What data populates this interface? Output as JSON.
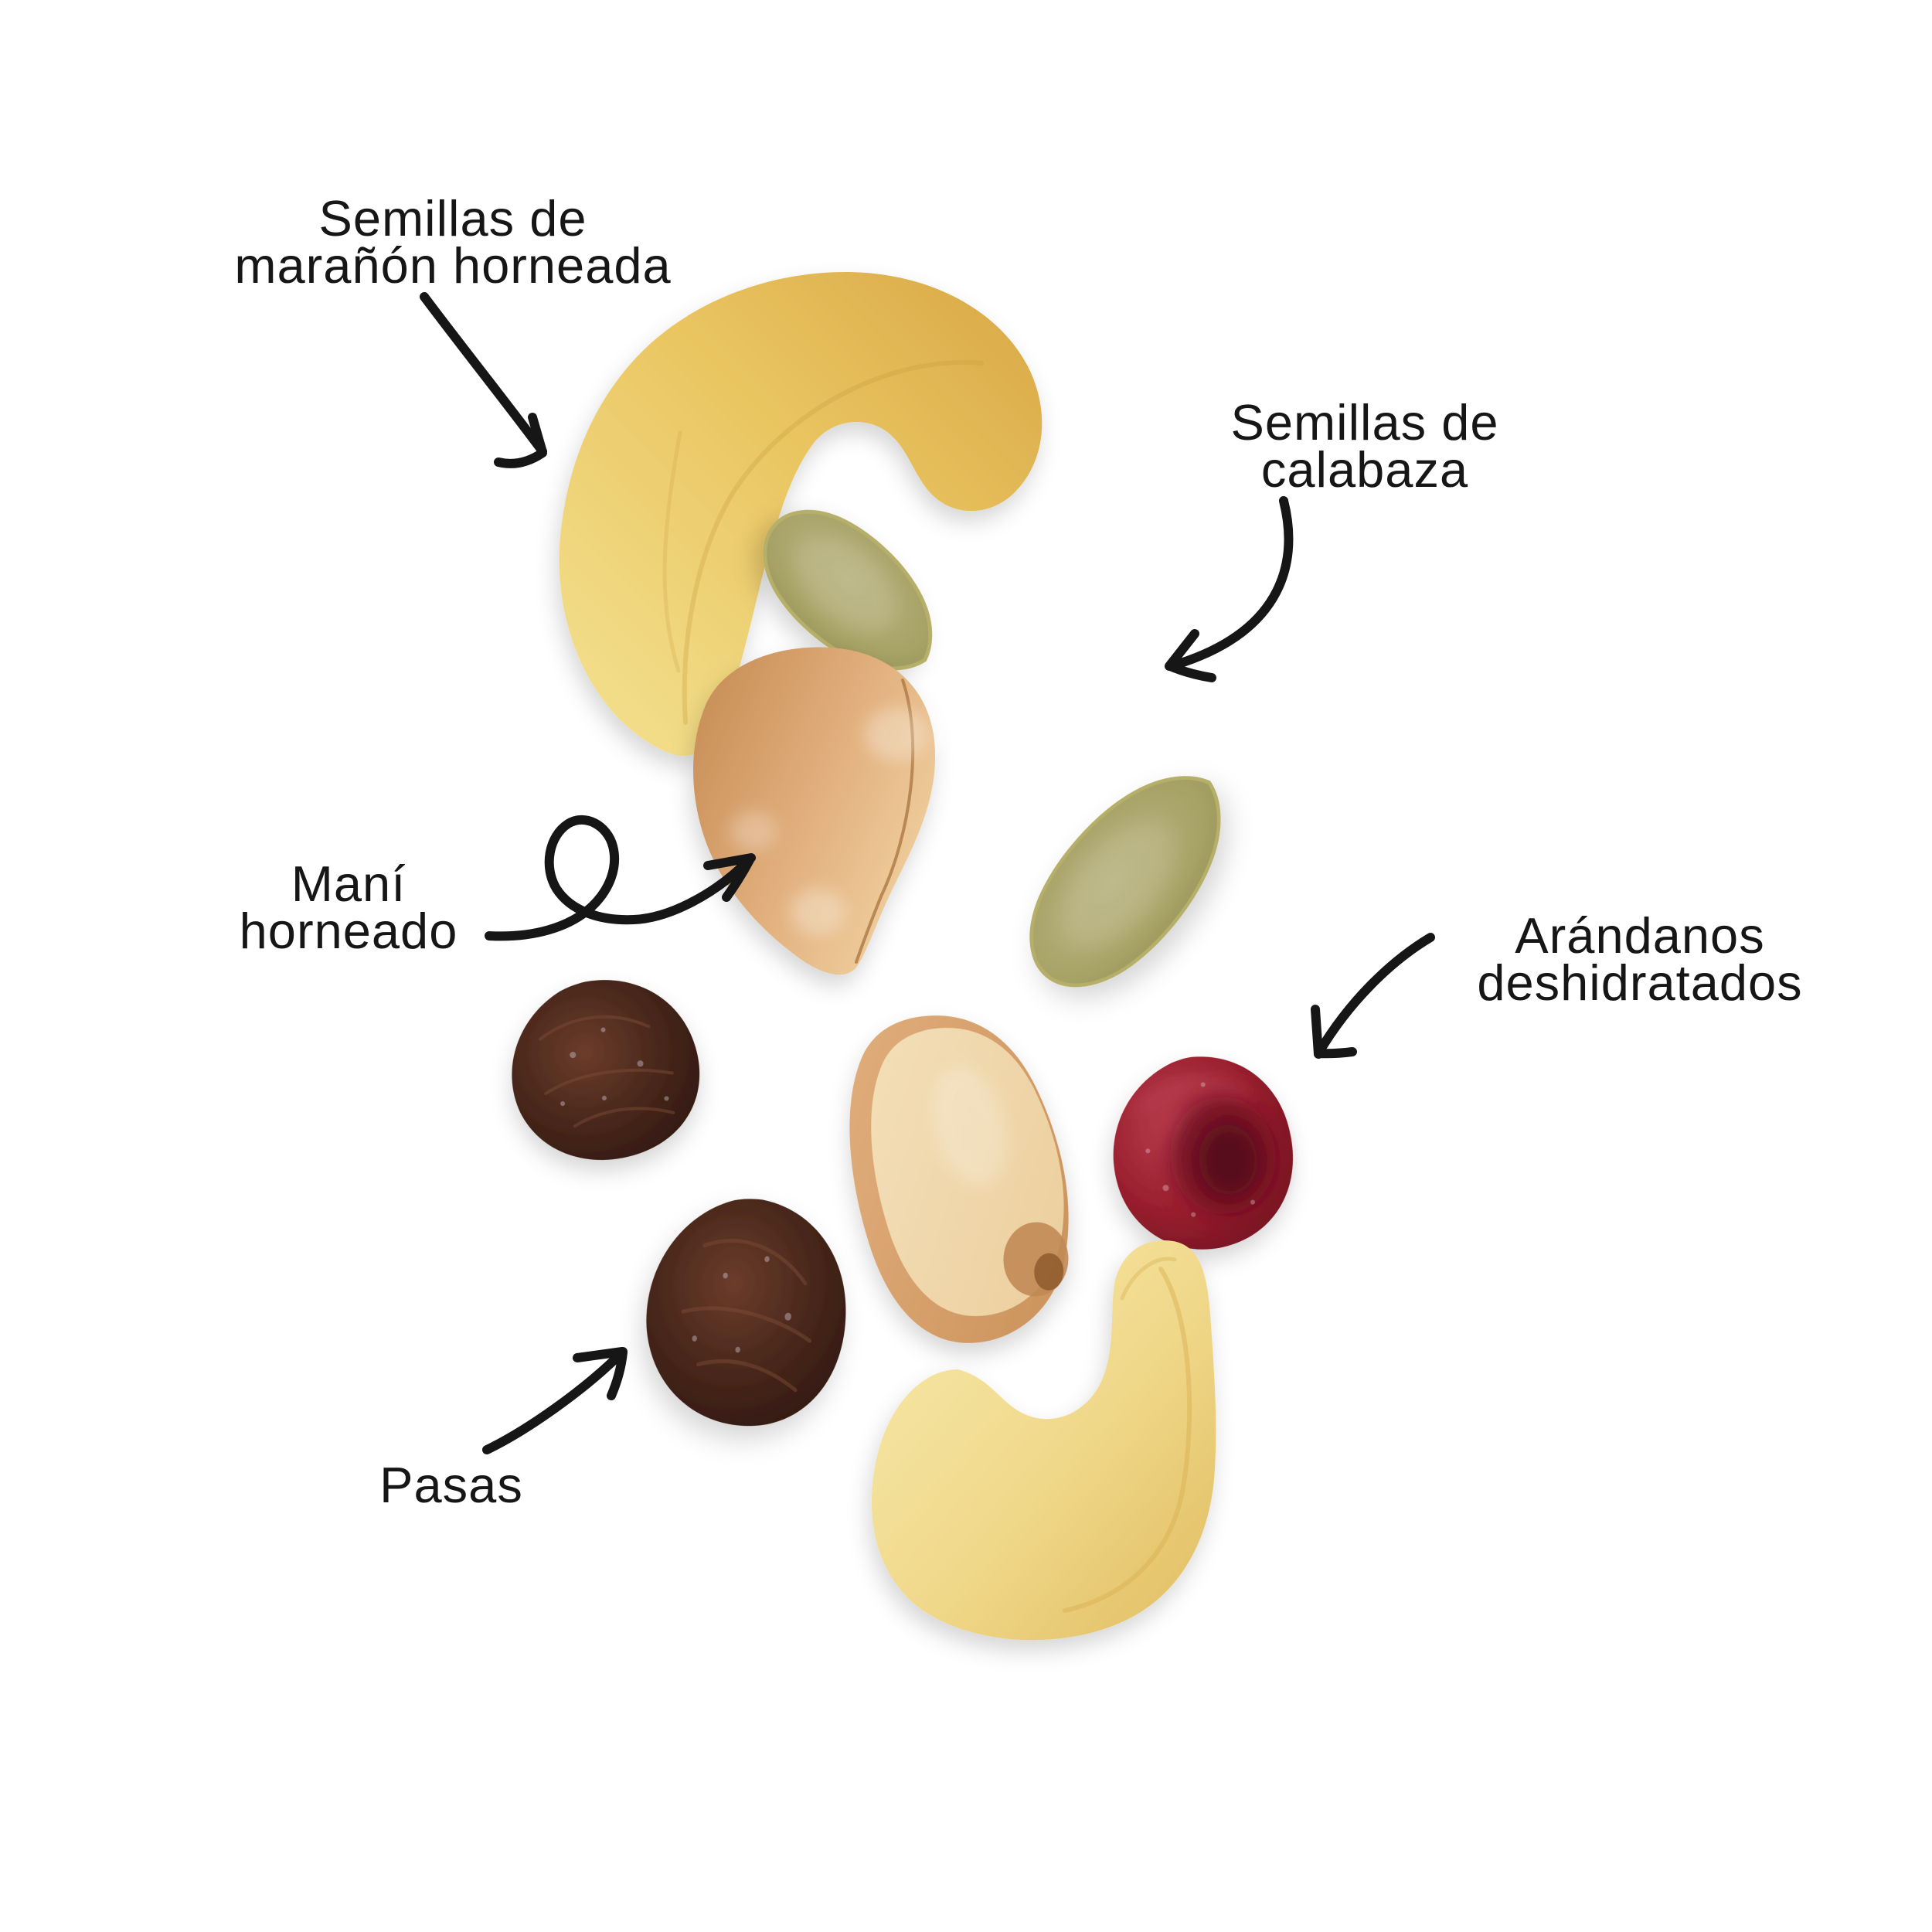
{
  "colors": {
    "background": "#FFFFFF",
    "ink": "#161616",
    "cashew_light": "#F4E292",
    "cashew_mid": "#EAC662",
    "cashew_deep": "#D8A746",
    "cashew_pale_light": "#F7EBAD",
    "cashew_pale_mid": "#F0D88A",
    "cashew_pale_deep": "#E0BC5F",
    "seed_light": "#BDB88A",
    "seed_mid": "#A7A266",
    "seed_deep": "#938E55",
    "peanut_light": "#F2D4A4",
    "peanut_mid": "#E2B07E",
    "peanut_deep": "#C98F58",
    "peanut_face": "#F4E0BA",
    "raisin_light": "#6B3C2B",
    "raisin_mid": "#46261A",
    "raisin_deep": "#2C140C",
    "cranberry_light": "#BC4050",
    "cranberry_mid": "#9A1F2E",
    "cranberry_deep": "#6D1120"
  },
  "labels": {
    "cashew": {
      "text": "Semillas de\nmarañón horneada"
    },
    "pumpkin_seeds": {
      "text": "Semillas de\ncalabaza"
    },
    "peanut": {
      "text": "Maní\nhorneado"
    },
    "cranberries": {
      "text": "Arándanos\ndeshidratados"
    },
    "raisins": {
      "text": "Pasas"
    }
  },
  "items": [
    {
      "name": "baked-cashew-top",
      "color": "#EAC662"
    },
    {
      "name": "baked-cashew-bottom",
      "color": "#F0D88A"
    },
    {
      "name": "pumpkin-seed-upper",
      "color": "#A7A266"
    },
    {
      "name": "pumpkin-seed-lower",
      "color": "#A7A266"
    },
    {
      "name": "baked-peanut-whole",
      "color": "#E2B07E"
    },
    {
      "name": "baked-peanut-half",
      "color": "#F4E0BA"
    },
    {
      "name": "raisin-upper",
      "color": "#46261A"
    },
    {
      "name": "raisin-lower",
      "color": "#46261A"
    },
    {
      "name": "dried-cranberry",
      "color": "#9A1F2E"
    }
  ],
  "annotation_style": {
    "arrow_count": 5,
    "style": "hand-drawn curved arrows",
    "ink": "#161616"
  }
}
